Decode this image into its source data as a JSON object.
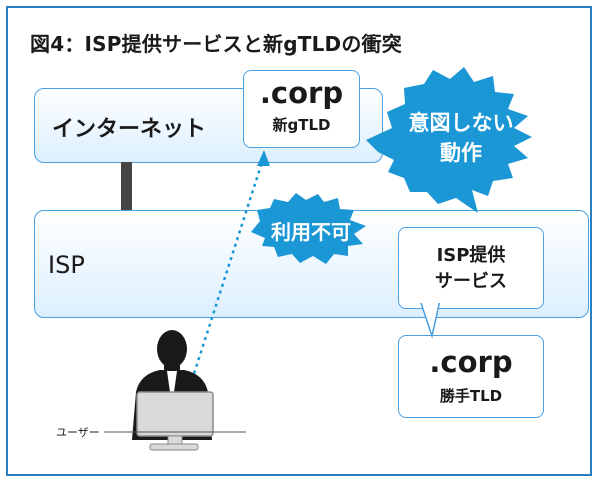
{
  "title": "図4：ISP提供サービスと新gTLDの衝突",
  "nodes": {
    "internet": "インターネット",
    "isp": "ISP",
    "corp_top": {
      "name": ".corp",
      "sub": "新gTLD"
    },
    "isp_service": {
      "line1": "ISP提供",
      "line2": "サービス"
    },
    "corp_bottom": {
      "name": ".corp",
      "sub": "勝手TLD"
    },
    "user": "ユーザー"
  },
  "callouts": {
    "unintended": {
      "line1": "意図しない",
      "line2": "動作"
    },
    "unavailable": "利用不可"
  },
  "colors": {
    "accent": "#2a7fc1",
    "burst": "#1a97d4",
    "box_border": "#4a9fe0"
  }
}
